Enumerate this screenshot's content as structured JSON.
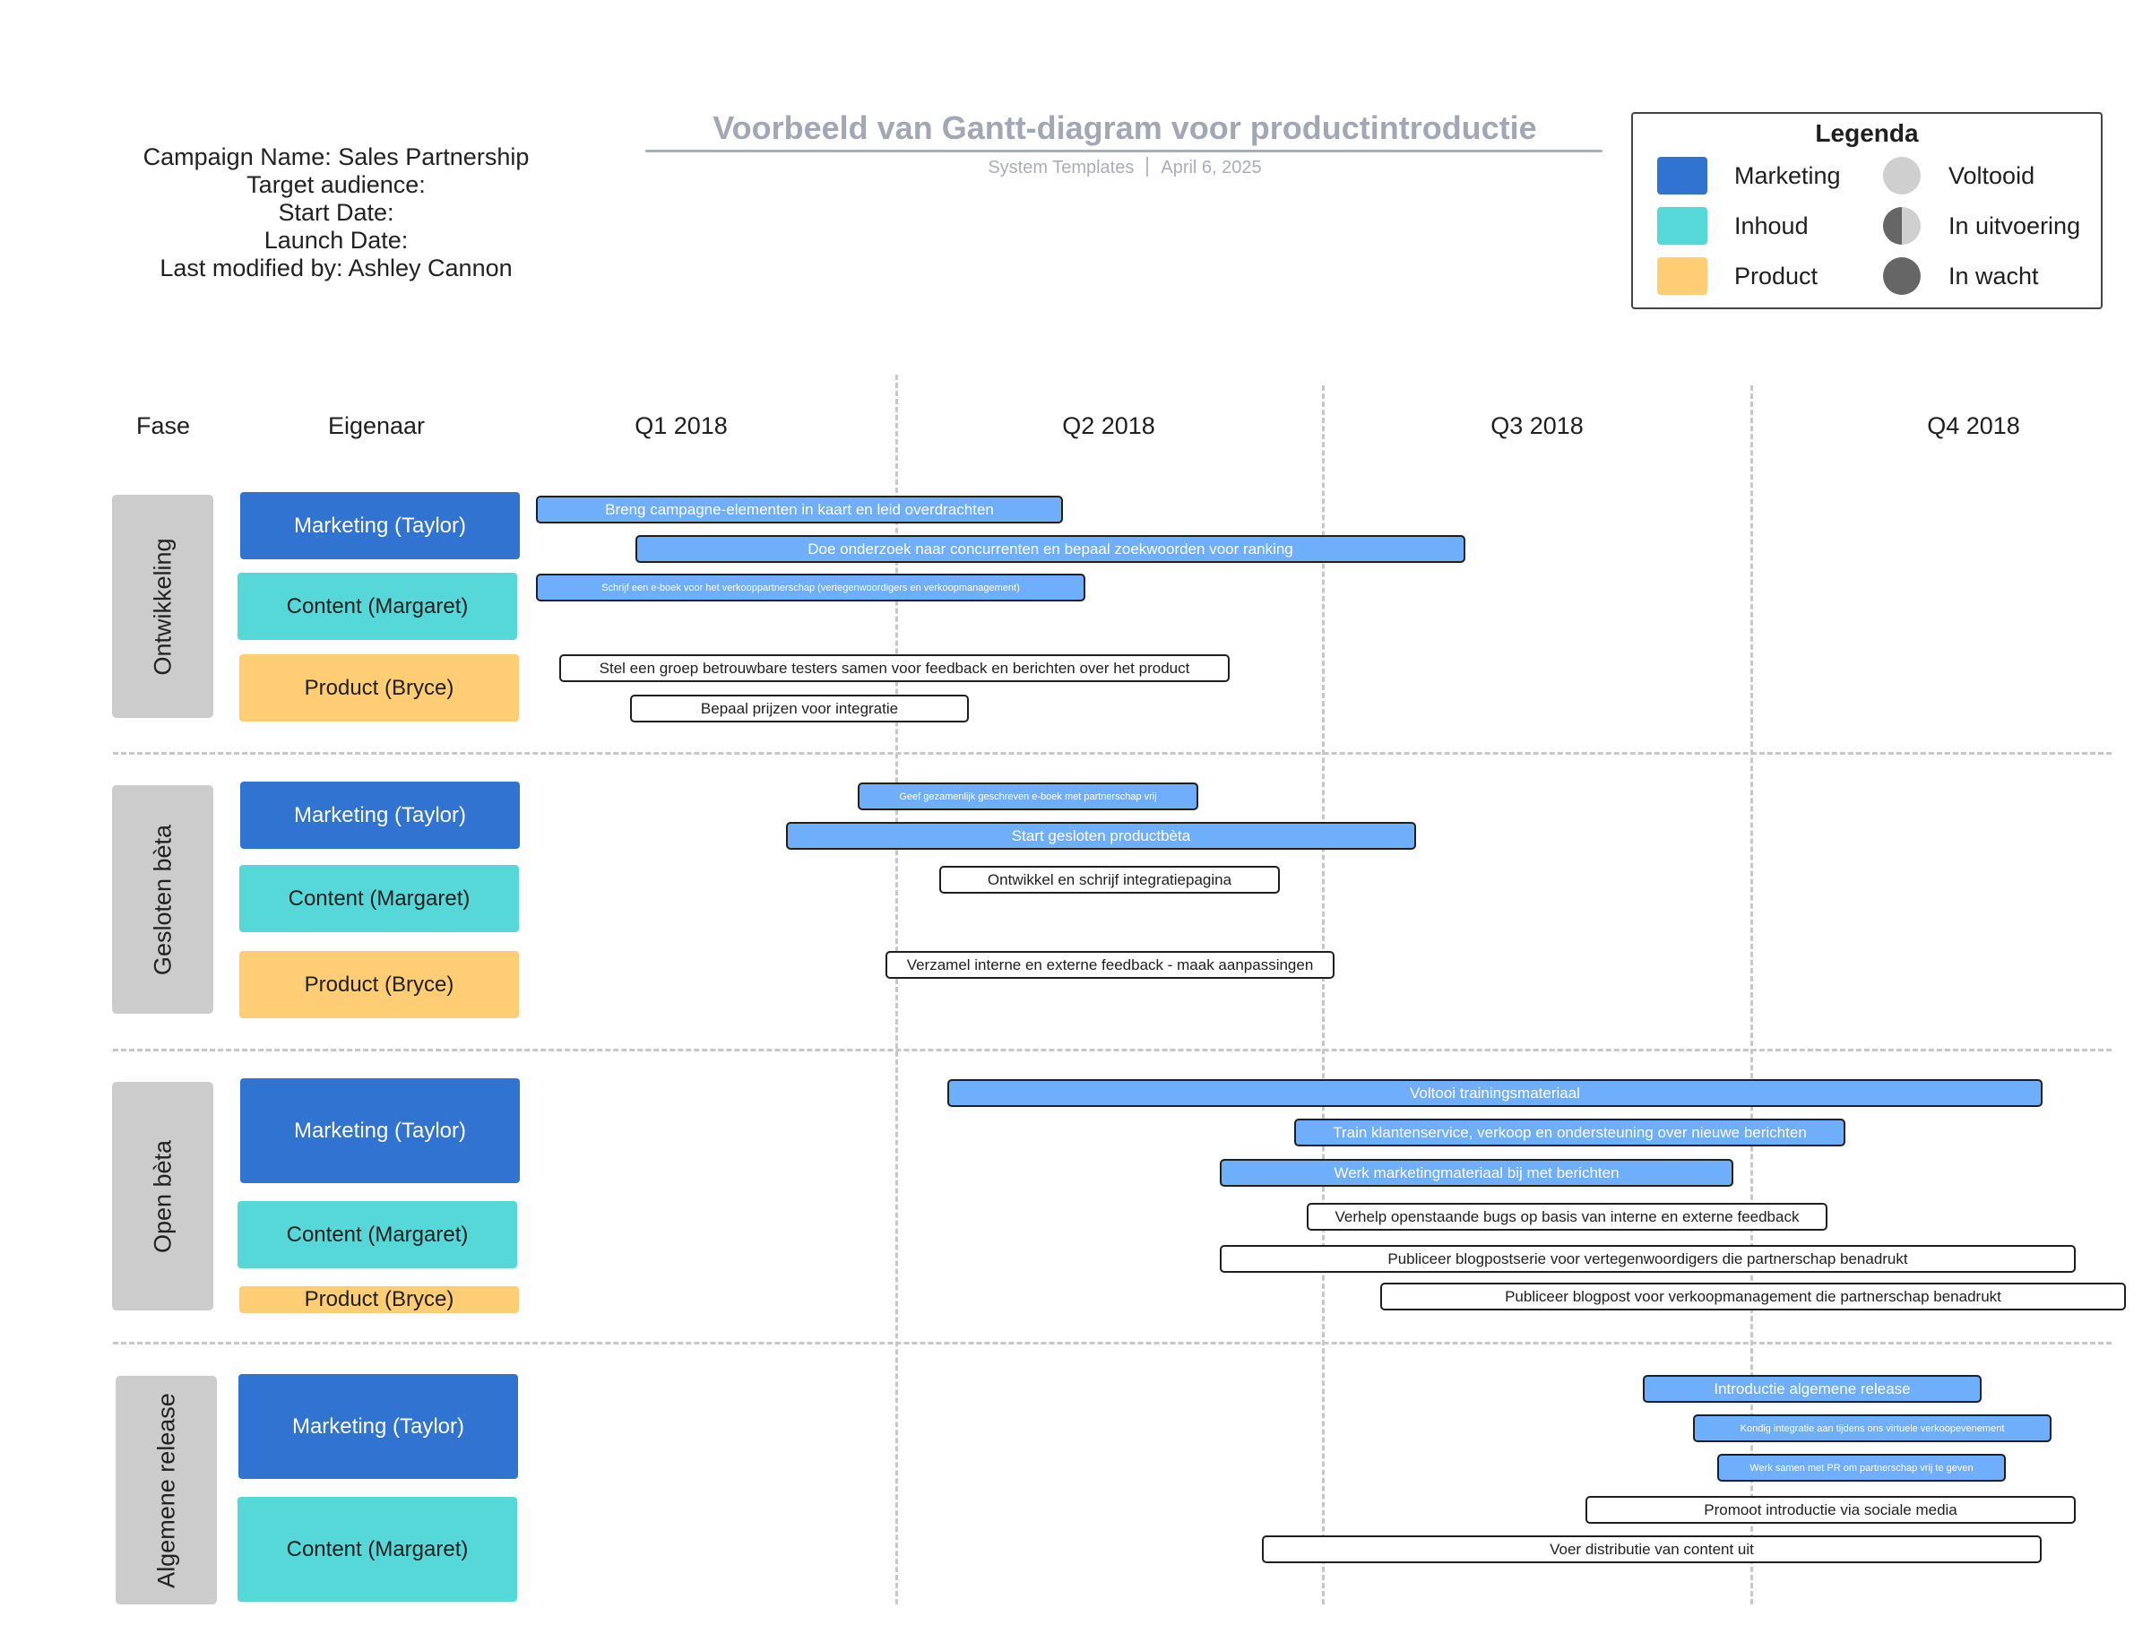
{
  "campaign": {
    "name": "Campaign Name: Sales Partnership",
    "audience": "Target audience:",
    "start": "Start Date:",
    "launch": "Launch Date:",
    "modified": "Last modified by: Ashley Cannon"
  },
  "header": {
    "title": "Voorbeeld van Gantt-diagram voor productintroductie",
    "source": "System Templates",
    "date": "April 6, 2025"
  },
  "legend": {
    "title": "Legenda",
    "categories": [
      {
        "label": "Marketing",
        "color": "#3173d1"
      },
      {
        "label": "Inhoud",
        "color": "#56d8d8"
      },
      {
        "label": "Product",
        "color": "#ffcd74"
      }
    ],
    "statuses": [
      {
        "label": "Voltooid",
        "icon": "circle-full-light-icon"
      },
      {
        "label": "In uitvoering",
        "icon": "circle-half-icon"
      },
      {
        "label": "In wacht",
        "icon": "circle-dark-icon"
      }
    ]
  },
  "columns": {
    "phase": "Fase",
    "owner": "Eigenaar",
    "quarters": [
      "Q1 2018",
      "Q2 2018",
      "Q3 2018",
      "Q4 2018"
    ]
  },
  "phases": [
    {
      "label": "Ontwikkeling",
      "owners": [
        "Marketing (Taylor)",
        "Content (Margaret)",
        "Product (Bryce)"
      ],
      "tasks": [
        {
          "label": "Breng campagne-elementen in kaart en leid overdrachten",
          "style": "blue"
        },
        {
          "label": "Doe onderzoek naar concurrenten en bepaal zoekwoorden voor ranking",
          "style": "blue"
        },
        {
          "label": "Schrijf een e-boek voor het verkooppartnerschap (vertegenwoordigers en verkoopmanagement)",
          "style": "blue"
        },
        {
          "label": "Stel een groep betrouwbare testers samen voor feedback en berichten over het product",
          "style": "white"
        },
        {
          "label": "Bepaal prijzen voor integratie",
          "style": "white"
        }
      ]
    },
    {
      "label": "Gesloten bèta",
      "owners": [
        "Marketing (Taylor)",
        "Content (Margaret)",
        "Product (Bryce)"
      ],
      "tasks": [
        {
          "label": "Geef gezamenlijk geschreven e-boek met partnerschap vrij",
          "style": "blue"
        },
        {
          "label": "Start gesloten productbèta",
          "style": "blue"
        },
        {
          "label": "Ontwikkel en schrijf integratiepagina",
          "style": "white"
        },
        {
          "label": "Verzamel interne en externe feedback - maak aanpassingen",
          "style": "white"
        }
      ]
    },
    {
      "label": "Open bèta",
      "owners": [
        "Marketing (Taylor)",
        "Content (Margaret)",
        "Product (Bryce)"
      ],
      "tasks": [
        {
          "label": "Voltooi trainingsmateriaal",
          "style": "blue"
        },
        {
          "label": "Train klantenservice, verkoop en ondersteuning over nieuwe berichten",
          "style": "blue"
        },
        {
          "label": "Werk marketingmateriaal bij met berichten",
          "style": "blue"
        },
        {
          "label": "Verhelp openstaande bugs op basis van interne en externe feedback",
          "style": "white"
        },
        {
          "label": "Publiceer blogpostserie voor vertegenwoordigers die partnerschap benadrukt",
          "style": "white"
        },
        {
          "label": "Publiceer blogpost voor verkoopmanagement die partnerschap benadrukt",
          "style": "white"
        }
      ]
    },
    {
      "label": "Algemene release",
      "owners": [
        "Marketing (Taylor)",
        "Content (Margaret)"
      ],
      "tasks": [
        {
          "label": "Introductie algemene release",
          "style": "blue"
        },
        {
          "label": "Kondig integratie aan tijdens ons virtuele verkoopevenement",
          "style": "blue"
        },
        {
          "label": "Werk samen met PR om partnerschap vrij te geven",
          "style": "blue"
        },
        {
          "label": "Promoot introductie via sociale media",
          "style": "white"
        },
        {
          "label": "Voer distributie van content uit",
          "style": "white"
        }
      ]
    }
  ]
}
